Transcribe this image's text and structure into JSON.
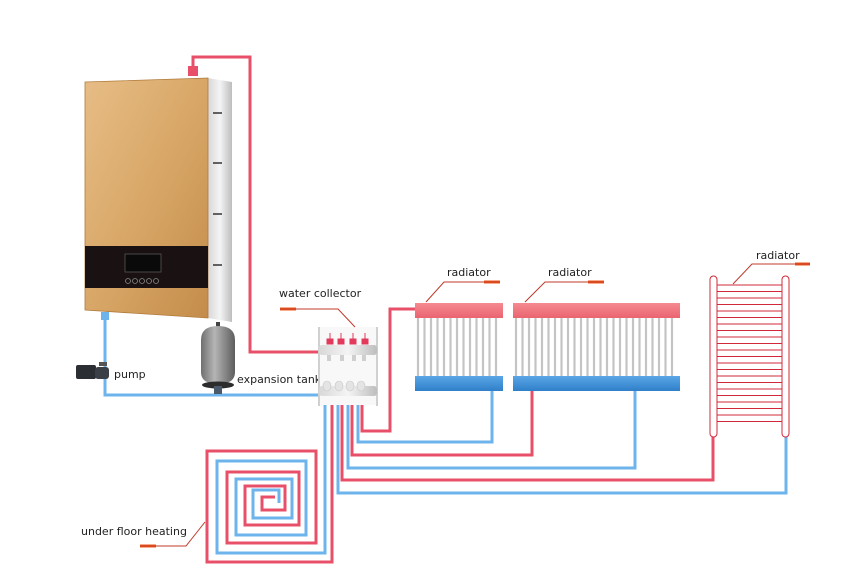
{
  "labels": {
    "pump": "pump",
    "expansion_tank": "expansion tank",
    "water_collector": "water collector",
    "radiator_1": "radiator",
    "radiator_2": "radiator",
    "radiator_3": "radiator",
    "under_floor": "under floor heating"
  },
  "colors": {
    "hot_pipe": "#e8506a",
    "cold_pipe": "#6db4ec",
    "boiler_gold": "#d9a96a",
    "radiator_red": "#f07a80",
    "radiator_blue": "#3b8fd8",
    "leader_accent": "#f05a1a"
  }
}
